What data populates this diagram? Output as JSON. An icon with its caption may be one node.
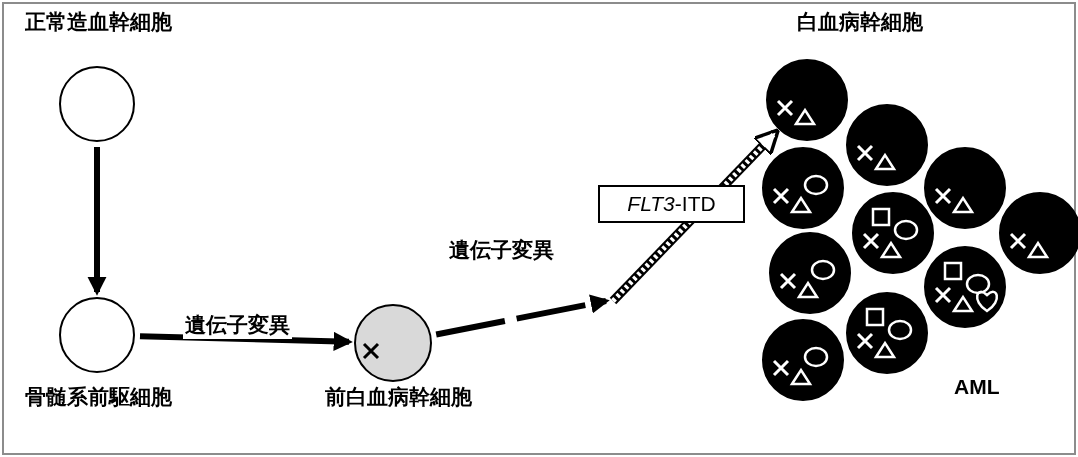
{
  "diagram": {
    "nodes": [
      {
        "text": [
          "正常造血幹細胞"
        ]
      },
      {
        "text": [
          "骨髄系前駆細胞"
        ]
      },
      {
        "text": [
          "前白血病幹細胞"
        ]
      },
      {
        "text": [
          "白血病幹細胞"
        ]
      },
      {
        "text": [],
        "shape": "circle"
      },
      {
        "text": [],
        "shape": "circle"
      },
      {
        "text": [],
        "shape": "circle"
      },
      {
        "text": [],
        "shape": "circle"
      },
      {
        "text": [],
        "shape": "circle"
      },
      {
        "text": [],
        "shape": "circle"
      },
      {
        "text": [],
        "shape": "circle"
      },
      {
        "text": [],
        "shape": "circle"
      },
      {
        "text": [],
        "shape": "circle"
      }
    ],
    "edges": [
      {
        "from": 0,
        "to": 1,
        "arrow": "to"
      },
      {
        "from": 1,
        "to": 2,
        "arrow": "to",
        "label": "遺伝子変異"
      },
      {
        "from": 2,
        "to": null,
        "arrow": "to",
        "label": "遺伝子変異",
        "style": "dashed"
      },
      {
        "from": null,
        "to": 3,
        "arrow": "to",
        "label": "*FLT3*-ITD"
      }
    ],
    "labels": [
      "AML"
    ]
  }
}
